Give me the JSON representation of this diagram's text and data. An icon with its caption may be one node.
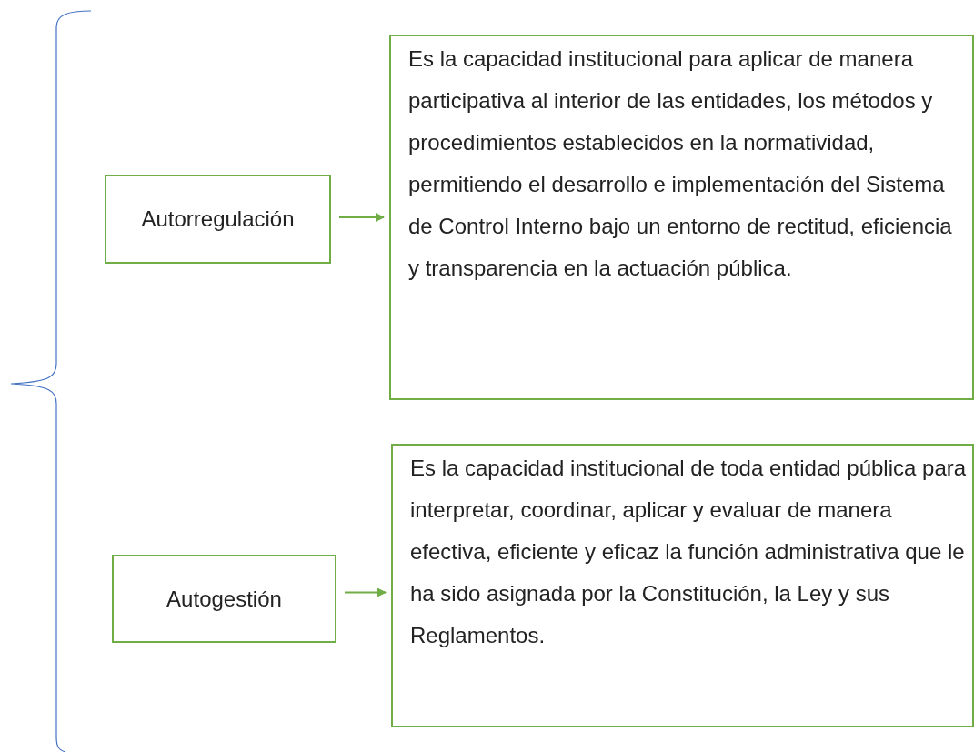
{
  "diagram": {
    "nodes": [
      {
        "text": [
          "Autorregulación"
        ]
      },
      {
        "text": [
          "Es la capacidad institucional para aplicar de manera participativa al interior de las entidades, los métodos y procedimientos establecidos en la normatividad, permitiendo el desarrollo e implementación del Sistema de Control Interno bajo un entorno de rectitud, eficiencia y transparencia en la actuación pública."
        ]
      },
      {
        "text": [
          "Autogestión"
        ]
      },
      {
        "text": [
          "Es la capacidad institucional de toda entidad pública para interpretar, coordinar, aplicar y evaluar de manera efectiva, eficiente y eficaz la función administrativa que le ha sido asignada por la Constitución, la Ley y sus Reglamentos."
        ]
      }
    ],
    "edges": [
      {
        "from": 0,
        "to": 1,
        "arrow": "to"
      },
      {
        "from": 2,
        "to": 3,
        "arrow": "to"
      }
    ]
  }
}
